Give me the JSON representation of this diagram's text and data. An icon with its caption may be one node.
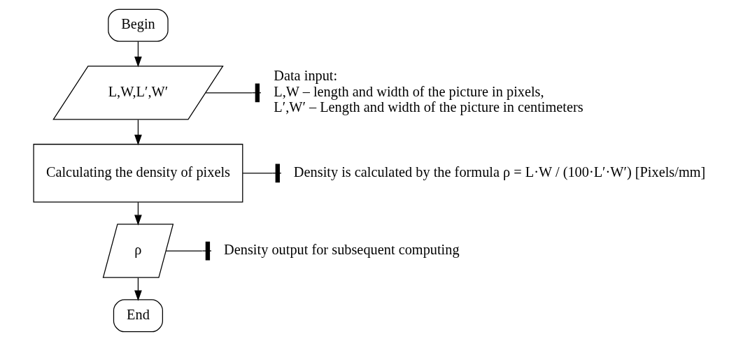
{
  "diagram": {
    "nodes": [
      {
        "text": [
          "Begin"
        ]
      },
      {
        "text": [
          "L,W,L′,W′"
        ]
      },
      {
        "text": [
          "Calculating the density of pixels"
        ]
      },
      {
        "text": [
          "ρ"
        ]
      },
      {
        "text": [
          "End"
        ]
      },
      {
        "text": [
          "Data input:",
          "L,W – length and width of the picture in pixels,",
          "L′,W′ – Length and width of the picture in centimeters"
        ]
      },
      {
        "text": [
          "Density is calculated by the formula ρ = L·W / (100·L′·W′) [Pixels/mm]"
        ]
      },
      {
        "text": [
          "Density output for subsequent computing"
        ]
      }
    ],
    "edges": [
      {
        "from": 0,
        "to": 1,
        "arrow": "to"
      },
      {
        "from": 1,
        "to": 2,
        "arrow": "to"
      },
      {
        "from": 2,
        "to": 3,
        "arrow": "to"
      },
      {
        "from": 3,
        "to": 4,
        "arrow": "to"
      },
      {
        "from": 1,
        "to": 5,
        "arrow": "other"
      },
      {
        "from": 2,
        "to": 6,
        "arrow": "other"
      },
      {
        "from": 3,
        "to": 7,
        "arrow": "other"
      }
    ]
  }
}
